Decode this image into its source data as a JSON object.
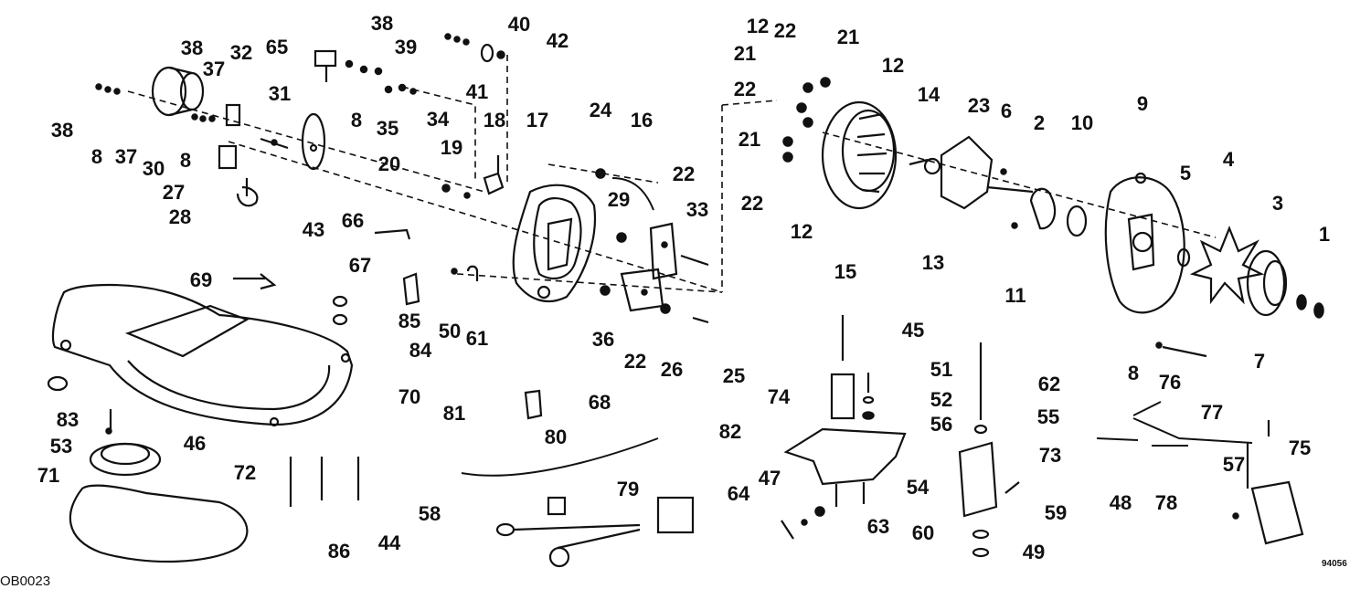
{
  "diagram": {
    "ref_code": "94056",
    "ref_code_left": "OB0023",
    "labels": [
      {
        "id": "l38a",
        "text": "38"
      },
      {
        "id": "l8a",
        "text": "8"
      },
      {
        "id": "l37a",
        "text": "37"
      },
      {
        "id": "l30",
        "text": "30"
      },
      {
        "id": "l38b",
        "text": "38"
      },
      {
        "id": "l37b",
        "text": "37"
      },
      {
        "id": "l32",
        "text": "32"
      },
      {
        "id": "l8b",
        "text": "8"
      },
      {
        "id": "l27",
        "text": "27"
      },
      {
        "id": "l28",
        "text": "28"
      },
      {
        "id": "l31",
        "text": "31"
      },
      {
        "id": "l43",
        "text": "43"
      },
      {
        "id": "l65",
        "text": "65"
      },
      {
        "id": "l38c",
        "text": "38"
      },
      {
        "id": "l8c",
        "text": "8"
      },
      {
        "id": "l35",
        "text": "35"
      },
      {
        "id": "l34",
        "text": "34"
      },
      {
        "id": "l39",
        "text": "39"
      },
      {
        "id": "l40",
        "text": "40"
      },
      {
        "id": "l42",
        "text": "42"
      },
      {
        "id": "l41",
        "text": "41"
      },
      {
        "id": "l18",
        "text": "18"
      },
      {
        "id": "l17",
        "text": "17"
      },
      {
        "id": "l19",
        "text": "19"
      },
      {
        "id": "l20",
        "text": "20"
      },
      {
        "id": "l24",
        "text": "24"
      },
      {
        "id": "l16",
        "text": "16"
      },
      {
        "id": "l29",
        "text": "29"
      },
      {
        "id": "l22a",
        "text": "22"
      },
      {
        "id": "l33",
        "text": "33"
      },
      {
        "id": "l66",
        "text": "66"
      },
      {
        "id": "l67",
        "text": "67"
      },
      {
        "id": "l69",
        "text": "69"
      },
      {
        "id": "l85",
        "text": "85"
      },
      {
        "id": "l84",
        "text": "84"
      },
      {
        "id": "l50",
        "text": "50"
      },
      {
        "id": "l61",
        "text": "61"
      },
      {
        "id": "l36",
        "text": "36"
      },
      {
        "id": "l22b",
        "text": "22"
      },
      {
        "id": "l26",
        "text": "26"
      },
      {
        "id": "l25",
        "text": "25"
      },
      {
        "id": "l12a",
        "text": "12"
      },
      {
        "id": "l22c",
        "text": "22"
      },
      {
        "id": "l21a",
        "text": "21"
      },
      {
        "id": "l12b",
        "text": "12"
      },
      {
        "id": "l21b",
        "text": "21"
      },
      {
        "id": "l22d",
        "text": "22"
      },
      {
        "id": "l21c",
        "text": "21"
      },
      {
        "id": "l22e",
        "text": "22"
      },
      {
        "id": "l12c",
        "text": "12"
      },
      {
        "id": "l15",
        "text": "15"
      },
      {
        "id": "l14",
        "text": "14"
      },
      {
        "id": "l23",
        "text": "23"
      },
      {
        "id": "l6",
        "text": "6"
      },
      {
        "id": "l13",
        "text": "13"
      },
      {
        "id": "l2",
        "text": "2"
      },
      {
        "id": "l10",
        "text": "10"
      },
      {
        "id": "l11",
        "text": "11"
      },
      {
        "id": "l9",
        "text": "9"
      },
      {
        "id": "l5",
        "text": "5"
      },
      {
        "id": "l4",
        "text": "4"
      },
      {
        "id": "l3",
        "text": "3"
      },
      {
        "id": "l1",
        "text": "1"
      },
      {
        "id": "l8d",
        "text": "8"
      },
      {
        "id": "l7",
        "text": "7"
      },
      {
        "id": "l70",
        "text": "70"
      },
      {
        "id": "l83",
        "text": "83"
      },
      {
        "id": "l46",
        "text": "46"
      },
      {
        "id": "l53",
        "text": "53"
      },
      {
        "id": "l72",
        "text": "72"
      },
      {
        "id": "l71",
        "text": "71"
      },
      {
        "id": "l86",
        "text": "86"
      },
      {
        "id": "l44",
        "text": "44"
      },
      {
        "id": "l58",
        "text": "58"
      },
      {
        "id": "l68",
        "text": "68"
      },
      {
        "id": "l81",
        "text": "81"
      },
      {
        "id": "l80",
        "text": "80"
      },
      {
        "id": "l82",
        "text": "82"
      },
      {
        "id": "l79",
        "text": "79"
      },
      {
        "id": "l45",
        "text": "45"
      },
      {
        "id": "l51",
        "text": "51"
      },
      {
        "id": "l74",
        "text": "74"
      },
      {
        "id": "l52",
        "text": "52"
      },
      {
        "id": "l56",
        "text": "56"
      },
      {
        "id": "l54",
        "text": "54"
      },
      {
        "id": "l47",
        "text": "47"
      },
      {
        "id": "l64",
        "text": "64"
      },
      {
        "id": "l63",
        "text": "63"
      },
      {
        "id": "l62",
        "text": "62"
      },
      {
        "id": "l55",
        "text": "55"
      },
      {
        "id": "l73",
        "text": "73"
      },
      {
        "id": "l59",
        "text": "59"
      },
      {
        "id": "l60",
        "text": "60"
      },
      {
        "id": "l49",
        "text": "49"
      },
      {
        "id": "l76",
        "text": "76"
      },
      {
        "id": "l77",
        "text": "77"
      },
      {
        "id": "l75",
        "text": "75"
      },
      {
        "id": "l48",
        "text": "48"
      },
      {
        "id": "l78",
        "text": "78"
      },
      {
        "id": "l57",
        "text": "57"
      }
    ]
  }
}
